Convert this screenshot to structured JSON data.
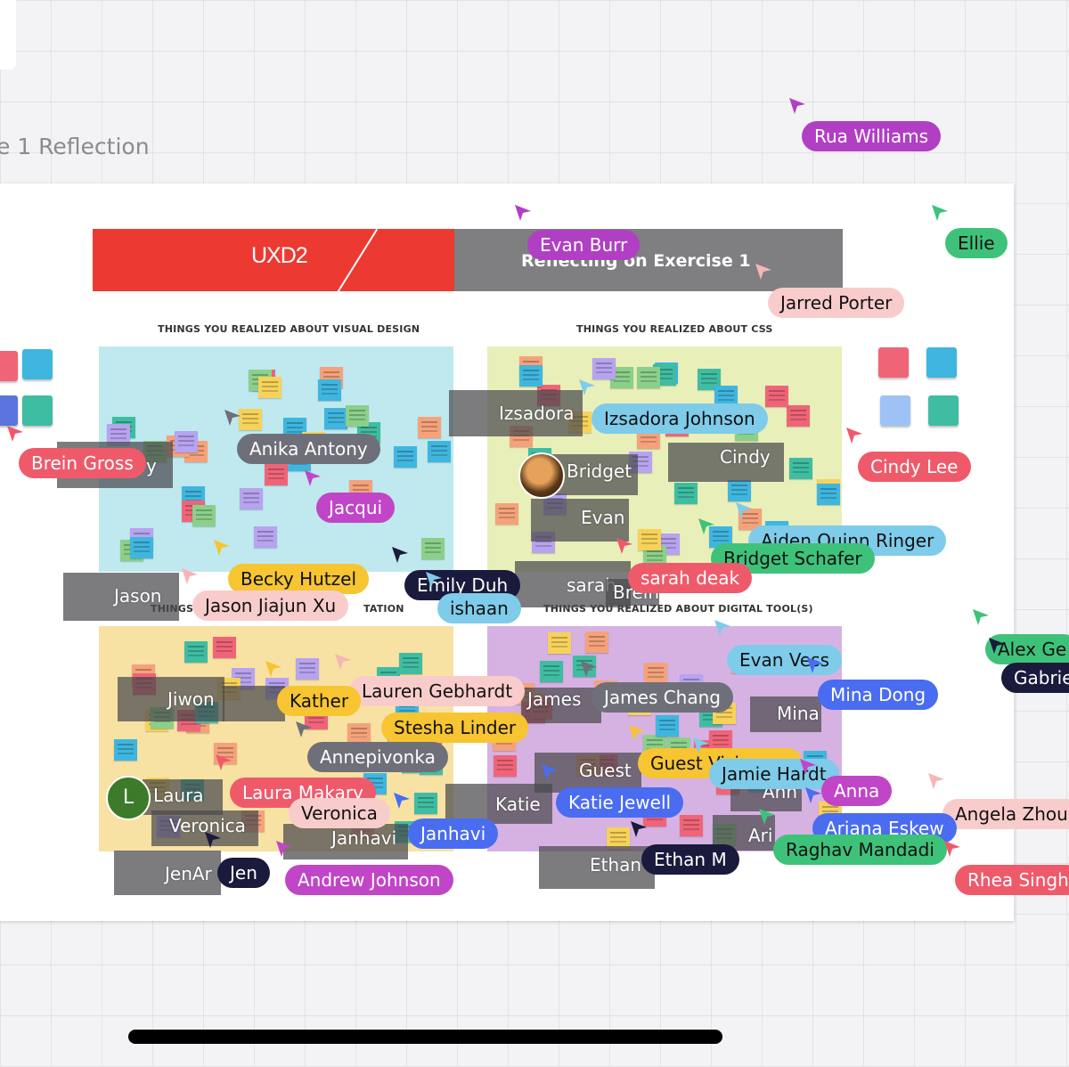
{
  "frame": {
    "title": "e 1 Reflection",
    "banner_logo": "UXD2",
    "banner_title": "Reflecting on Exercise 1"
  },
  "sections": {
    "visual_design": "THINGS YOU REALIZED ABOUT VISUAL DESIGN",
    "css": "THINGS YOU REALIZED ABOUT CSS",
    "presentation_left": "THINGS",
    "presentation_right": "TATION",
    "digital_tools": "THINGS YOU REALIZED ABOUT DIGITAL TOOL(S)"
  },
  "colors": {
    "region_visual": "#bfe9ef",
    "region_css": "#e9efb9",
    "region_presentation": "#f7e2a4",
    "region_tools": "#d6b2e3",
    "sticky_palette": [
      "#f06478",
      "#3fb6df",
      "#3fbda2",
      "#f5a27a",
      "#b7a3ef",
      "#f7d25a",
      "#8bd08a"
    ]
  },
  "gray_labels": [
    "Izsadora",
    "Bridget",
    "Cindy",
    "Evan",
    "sarah",
    "Brein",
    "Jason",
    "Jiwon",
    "Kather",
    "Laura",
    "Veronica",
    "Janhavi",
    "JenAr",
    "James",
    "Guest",
    "Katie",
    "Ethan",
    "Mina",
    "Ann",
    "Ari",
    "y"
  ],
  "avatars": {
    "laura_initial": "L"
  },
  "collaborators": [
    {
      "name": "Rua Williams",
      "color": "#b13fc4",
      "text": "#ffffff"
    },
    {
      "name": "Evan  Burr",
      "color": "#b13fc4",
      "text": "#ffffff"
    },
    {
      "name": "Ellie",
      "color": "#3ec27a",
      "text": "#111111"
    },
    {
      "name": "Jarred Porter",
      "color": "#f9cccc",
      "text": "#111111"
    },
    {
      "name": "Brein Gross",
      "color": "#ef5a6b",
      "text": "#ffffff"
    },
    {
      "name": "Anika Antony",
      "color": "#6f6f7a",
      "text": "#ffffff"
    },
    {
      "name": "Jacqui",
      "color": "#c145c7",
      "text": "#ffffff"
    },
    {
      "name": "Izsadora Johnson",
      "color": "#7fcbea",
      "text": "#111111"
    },
    {
      "name": "Cindy Lee",
      "color": "#ef5a6b",
      "text": "#ffffff"
    },
    {
      "name": "Aiden Quinn Ringer",
      "color": "#7fcbea",
      "text": "#111111"
    },
    {
      "name": "Bridget Schafer",
      "color": "#3ec27a",
      "text": "#111111"
    },
    {
      "name": "sarah deak",
      "color": "#ef5a6b",
      "text": "#ffffff"
    },
    {
      "name": "Becky Hutzel",
      "color": "#f7c531",
      "text": "#111111"
    },
    {
      "name": "Jason Jiajun Xu",
      "color": "#f9cccc",
      "text": "#111111"
    },
    {
      "name": "Emily Duh",
      "color": "#1a1a3d",
      "text": "#ffffff"
    },
    {
      "name": "ishaan",
      "color": "#7fcbea",
      "text": "#111111"
    },
    {
      "name": "Alex Ge",
      "color": "#3ec27a",
      "text": "#111111"
    },
    {
      "name": "Gabrie",
      "color": "#1a1a3d",
      "text": "#ffffff"
    },
    {
      "name": "Evan Vess",
      "color": "#7fcbea",
      "text": "#111111"
    },
    {
      "name": "Mina Dong",
      "color": "#4a6cf0",
      "text": "#ffffff"
    },
    {
      "name": "Lauren Gebhardt",
      "color": "#f9cccc",
      "text": "#111111"
    },
    {
      "name": "James Chang",
      "color": "#6f6f7a",
      "text": "#ffffff"
    },
    {
      "name": "Stesha Linder",
      "color": "#f7c531",
      "text": "#111111"
    },
    {
      "name": "Annepivonka",
      "color": "#6f6f7a",
      "text": "#ffffff"
    },
    {
      "name": "Guest Visionary",
      "color": "#f7c531",
      "text": "#111111"
    },
    {
      "name": "Jamie Hardt",
      "color": "#7fcbea",
      "text": "#111111"
    },
    {
      "name": "Anna",
      "color": "#c145c7",
      "text": "#ffffff"
    },
    {
      "name": "Angela Zhou",
      "color": "#f9cccc",
      "text": "#111111"
    },
    {
      "name": "Laura Makary",
      "color": "#ef5a6b",
      "text": "#ffffff"
    },
    {
      "name": "Veronica",
      "color": "#f9cccc",
      "text": "#111111"
    },
    {
      "name": "Katie Jewell",
      "color": "#4a6cf0",
      "text": "#ffffff"
    },
    {
      "name": "Ariana Eskew",
      "color": "#4a6cf0",
      "text": "#ffffff"
    },
    {
      "name": "Janhavi",
      "color": "#4a6cf0",
      "text": "#ffffff"
    },
    {
      "name": "Raghav Mandadi",
      "color": "#3ec27a",
      "text": "#111111"
    },
    {
      "name": "Jen",
      "color": "#1a1a3d",
      "text": "#ffffff"
    },
    {
      "name": "Ethan M",
      "color": "#1a1a3d",
      "text": "#ffffff"
    },
    {
      "name": "Andrew Johnson",
      "color": "#c145c7",
      "text": "#ffffff"
    },
    {
      "name": "Rhea Singh",
      "color": "#ef5a6b",
      "text": "#ffffff"
    },
    {
      "name": "Kather",
      "color": "#f7c531",
      "text": "#111111"
    }
  ],
  "cursor_colors": [
    "#b13fc4",
    "#3ec27a",
    "#f7b5b5",
    "#ef5a6b",
    "#6f6f7a",
    "#7fcbea",
    "#1a1a3d",
    "#f7c531",
    "#4a6cf0",
    "#c145c7"
  ]
}
